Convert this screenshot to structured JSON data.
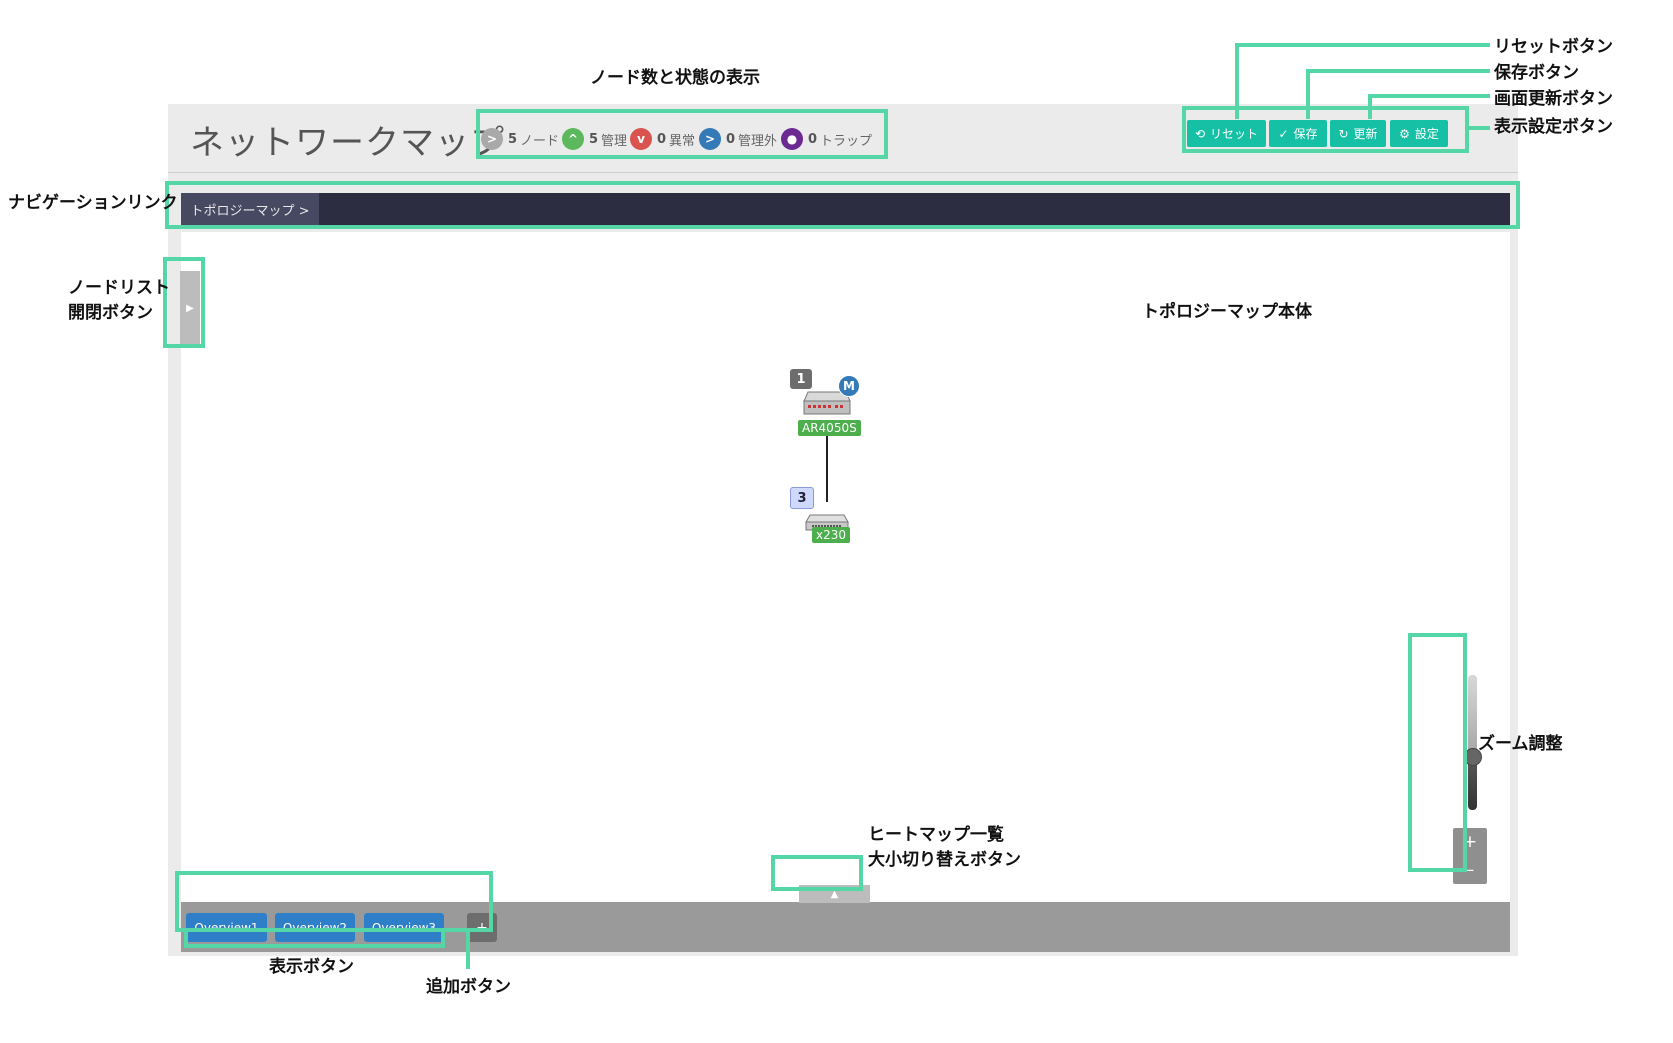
{
  "header": {
    "title": "ネットワークマップ",
    "stats": [
      {
        "icon": "chevron-right-icon",
        "symbol": ">",
        "count": "5",
        "label": "ノード",
        "color": "#a9a9a9"
      },
      {
        "icon": "chevron-up-icon",
        "symbol": "^",
        "count": "5",
        "label": "管理",
        "color": "#5cb85c"
      },
      {
        "icon": "chevron-down-icon",
        "symbol": "v",
        "count": "0",
        "label": "異常",
        "color": "#d9534f"
      },
      {
        "icon": "chevron-right-icon",
        "symbol": ">",
        "count": "0",
        "label": "管理外",
        "color": "#337ab7"
      },
      {
        "icon": "bell-icon",
        "symbol": "●",
        "count": "0",
        "label": "トラップ",
        "color": "#6a2a91"
      }
    ]
  },
  "toolbar": {
    "reset_label": "リセット",
    "save_label": "保存",
    "refresh_label": "更新",
    "settings_label": "設定",
    "accent": "#15c0a4"
  },
  "nav": {
    "link_label": "トポロジーマップ >"
  },
  "map": {
    "nodes": [
      {
        "name": "AR4050S",
        "badge": "1",
        "management_badge": "M"
      },
      {
        "name": "x230",
        "badge": "3"
      }
    ]
  },
  "nodelist_toggle": {
    "icon": "▶"
  },
  "heatmap_toggle": {
    "icon": "▲"
  },
  "footer": {
    "overview_buttons": [
      "Overview1",
      "Overview2",
      "Overview3"
    ],
    "add_label": "+"
  },
  "zoom": {
    "plus": "+",
    "minus": "–",
    "level": 0.58
  },
  "annotations": {
    "node_status": "ノード数と状態の表示",
    "reset": "リセットボタン",
    "save": "保存ボタン",
    "refresh": "画面更新ボタン",
    "settings": "表示設定ボタン",
    "nav_link": "ナビゲーションリンク",
    "nodelist_line1": "ノードリスト",
    "nodelist_line2": "開閉ボタン",
    "topology": "トポロジーマップ本体",
    "zoom": "ズーム調整",
    "heatmap_line1": "ヒートマップ一覧",
    "heatmap_line2": "大小切り替えボタン",
    "view_buttons": "表示ボタン",
    "add_button": "追加ボタン"
  }
}
